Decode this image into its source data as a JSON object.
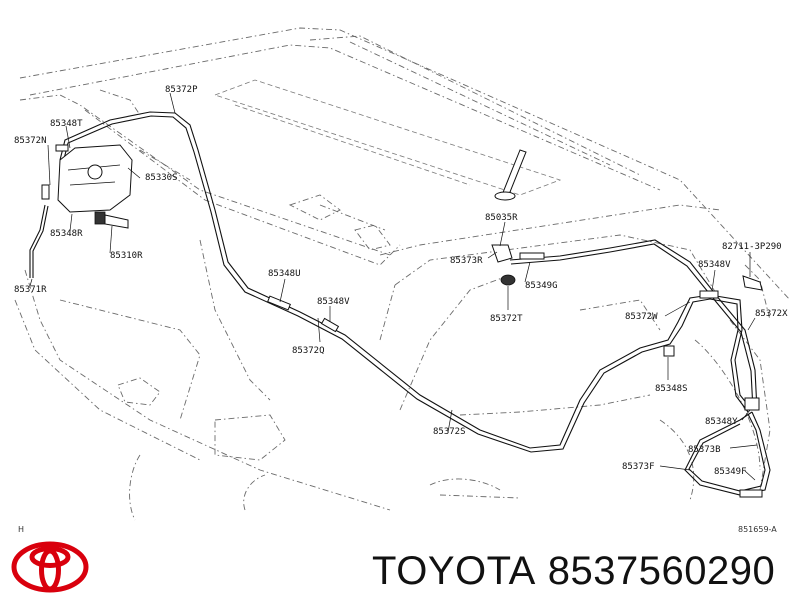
{
  "part_labels": [
    "85372P",
    "85348T",
    "85372N",
    "85330S",
    "85348R",
    "85310R",
    "85371R",
    "85348U",
    "85348V",
    "85372Q",
    "85035R",
    "85373R",
    "85349G",
    "85372T",
    "82711-3P290",
    "85348V",
    "85372X",
    "85372W",
    "85348S",
    "85372S",
    "85348Y",
    "85373B",
    "85373F",
    "85349F"
  ],
  "corner_left": "H",
  "corner_right": "851659-A",
  "brand": "TOYOTA",
  "part_number": "8537560290",
  "colors": {
    "logo": "#d9000d",
    "ink": "#111111"
  }
}
